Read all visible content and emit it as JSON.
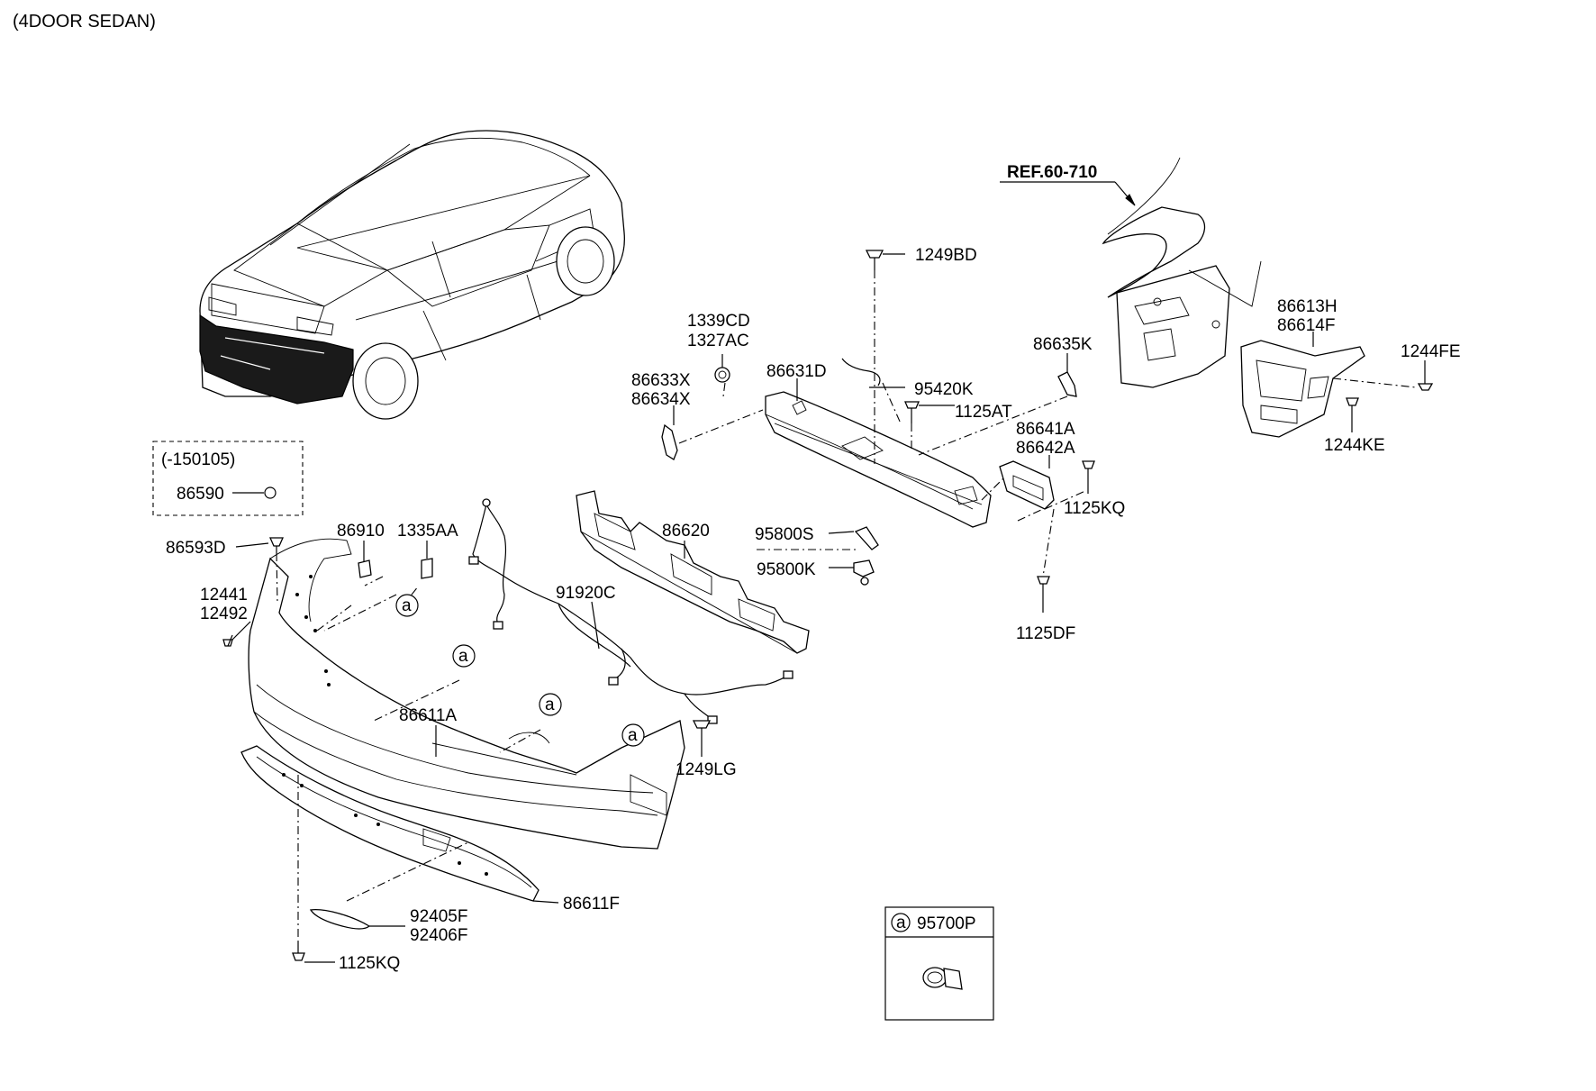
{
  "sheet": {
    "title": "(4DOOR SEDAN)"
  },
  "reference": {
    "label": "REF.60-710"
  },
  "date_range_box": {
    "date_label": "(-150105)",
    "part": "86590"
  },
  "parts": {
    "p1339CD": "1339CD",
    "p1327AC": "1327AC",
    "p86633X": "86633X",
    "p86634X": "86634X",
    "p86631D": "86631D",
    "p1249BD": "1249BD",
    "p95420K": "95420K",
    "p1125AT": "1125AT",
    "p86635K": "86635K",
    "p86641A": "86641A",
    "p86642A": "86642A",
    "p1125KQ_r": "1125KQ",
    "p1125DF": "1125DF",
    "p86613H": "86613H",
    "p86614F": "86614F",
    "p1244FE": "1244FE",
    "p1244KE": "1244KE",
    "p86593D": "86593D",
    "p12441": "12441",
    "p12492": "12492",
    "p86910": "86910",
    "p1335AA": "1335AA",
    "p86620": "86620",
    "p95800S": "95800S",
    "p95800K": "95800K",
    "p91920C": "91920C",
    "p86611A": "86611A",
    "p1249LG": "1249LG",
    "p86611F": "86611F",
    "p92405F": "92405F",
    "p92406F": "92406F",
    "p1125KQ_l": "1125KQ"
  },
  "callout": {
    "letter": "a"
  },
  "legend_box": {
    "letter": "a",
    "part": "95700P"
  }
}
